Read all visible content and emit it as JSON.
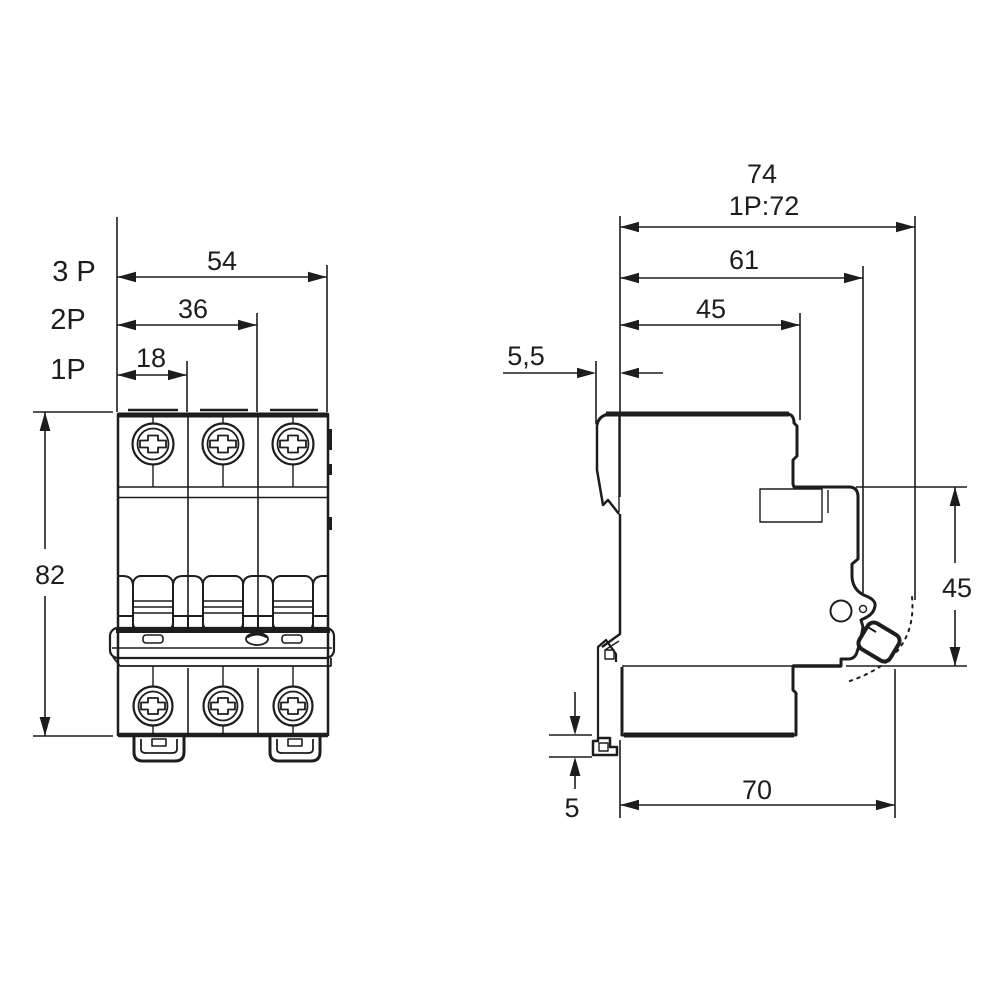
{
  "front": {
    "labels": {
      "p3": "3 P",
      "p2": "2P",
      "p1": "1P"
    },
    "dims": {
      "width_3p": "54",
      "width_2p": "36",
      "width_1p": "18",
      "height": "82"
    }
  },
  "side": {
    "dims": {
      "depth_total": "74",
      "depth_1p": "1P:72",
      "to_handle": "61",
      "to_front_step": "45",
      "rail_offset": "5,5",
      "front_height": "45",
      "base_depth": "70",
      "clip_travel": "5"
    }
  },
  "colors": {
    "line": "#1d1d1b",
    "background": "#ffffff"
  }
}
